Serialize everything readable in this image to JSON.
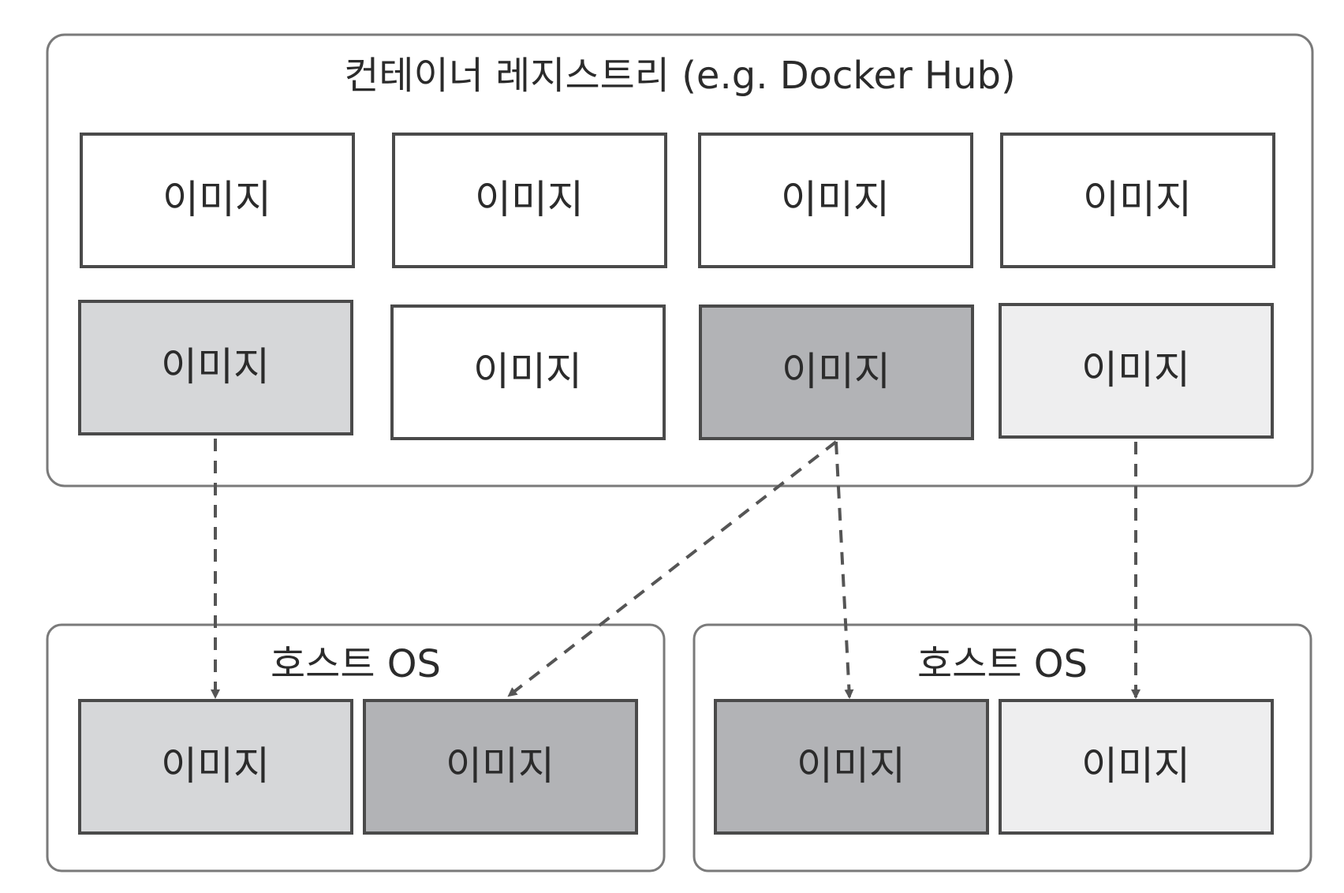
{
  "registry": {
    "title": "컨테이너 레지스트리 (e.g. Docker Hub)",
    "images": [
      {
        "label": "이미지",
        "shade": "white"
      },
      {
        "label": "이미지",
        "shade": "white"
      },
      {
        "label": "이미지",
        "shade": "white"
      },
      {
        "label": "이미지",
        "shade": "white"
      },
      {
        "label": "이미지",
        "shade": "light-gray"
      },
      {
        "label": "이미지",
        "shade": "white"
      },
      {
        "label": "이미지",
        "shade": "dark-gray"
      },
      {
        "label": "이미지",
        "shade": "pale-gray"
      }
    ]
  },
  "hosts": [
    {
      "title": "호스트 OS",
      "images": [
        {
          "label": "이미지",
          "shade": "light-gray"
        },
        {
          "label": "이미지",
          "shade": "dark-gray"
        }
      ]
    },
    {
      "title": "호스트 OS",
      "images": [
        {
          "label": "이미지",
          "shade": "dark-gray"
        },
        {
          "label": "이미지",
          "shade": "pale-gray"
        }
      ]
    }
  ],
  "colors": {
    "white": "#ffffff",
    "light-gray": "#d6d7d9",
    "dark-gray": "#b2b3b6",
    "pale-gray": "#eeeeef",
    "stroke": "#4a4a4a",
    "outline": "#7a7a7a",
    "arrow": "#555555"
  }
}
